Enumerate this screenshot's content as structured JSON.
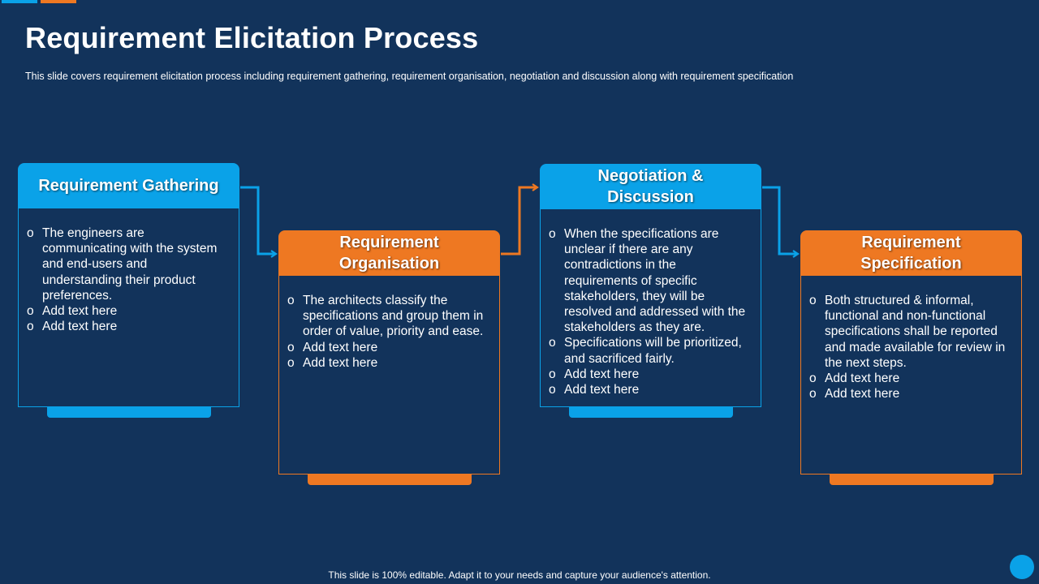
{
  "title": "Requirement Elicitation Process",
  "subtitle": "This slide covers requirement elicitation process including requirement gathering, requirement organisation, negotiation and discussion along with requirement specification",
  "colors": {
    "background": "#12335B",
    "blue": "#0AA2E8",
    "orange": "#EE7822"
  },
  "steps": [
    {
      "title": "Requirement Gathering",
      "bullets": [
        "The engineers are communicating with the system and end-users and understanding their product preferences.",
        "Add text here",
        "Add text here"
      ]
    },
    {
      "title": "Requirement Organisation",
      "bullets": [
        "The architects classify the specifications and group them in order of value, priority and ease.",
        "Add text here",
        "Add text here"
      ]
    },
    {
      "title": "Negotiation & Discussion",
      "bullets": [
        "When the specifications are unclear if there are any contradictions in the requirements of specific stakeholders, they will be resolved and addressed with the stakeholders as they are.",
        "Specifications will be prioritized, and sacrificed fairly.",
        "Add text here",
        "Add text here"
      ]
    },
    {
      "title": "Requirement Specification",
      "bullets": [
        "Both structured & informal, functional and non-functional specifications shall be reported and made available for review in the next steps.",
        "Add text here",
        "Add text here"
      ]
    }
  ],
  "bullet_glyph": "o",
  "footer": "This slide is 100% editable. Adapt it to your needs and capture your audience's attention."
}
